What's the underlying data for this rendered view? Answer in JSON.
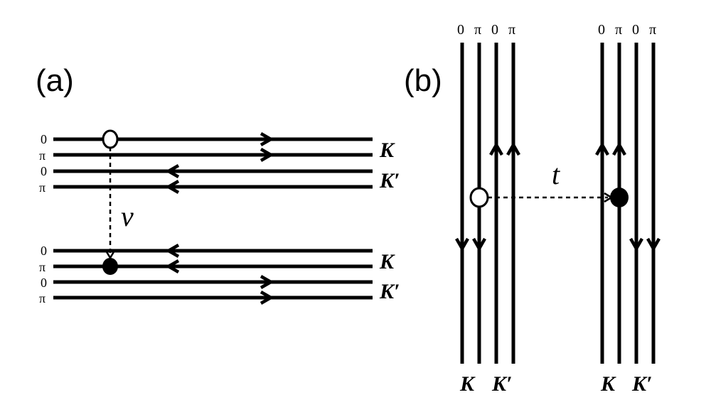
{
  "panel_a": {
    "label": "(a)",
    "coupling": "v",
    "group_top": {
      "phases": [
        "0",
        "π",
        "0",
        "π"
      ],
      "valleys": [
        "K",
        "K′"
      ]
    },
    "group_bottom": {
      "phases": [
        "0",
        "π",
        "0",
        "π"
      ],
      "valleys": [
        "K",
        "K′"
      ]
    }
  },
  "panel_b": {
    "label": "(b)",
    "coupling": "t",
    "left_group": {
      "phases": [
        "0",
        "π",
        "0",
        "π"
      ],
      "valleys": [
        "K",
        "K′"
      ]
    },
    "right_group": {
      "phases": [
        "0",
        "π",
        "0",
        "π"
      ],
      "valleys": [
        "K",
        "K′"
      ]
    }
  },
  "colors": {
    "line": "#000000",
    "hole_fill": "#ffffff",
    "particle_fill": "#000000"
  }
}
